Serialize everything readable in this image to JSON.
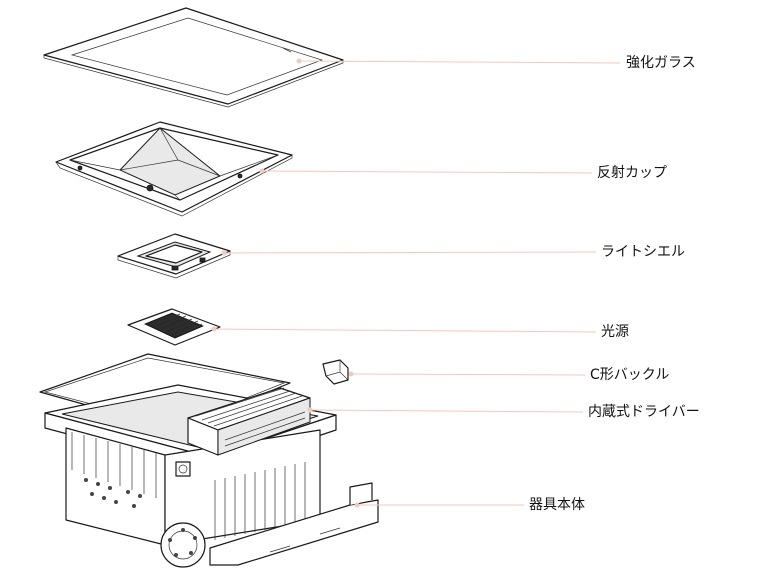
{
  "leader_color": "#f2c9bd",
  "parts": [
    {
      "id": "glass",
      "label": "強化ガラス"
    },
    {
      "id": "reflector",
      "label": "反射カップ"
    },
    {
      "id": "lens-shell",
      "label": "ライトシエル"
    },
    {
      "id": "light-source",
      "label": "光源"
    },
    {
      "id": "c-buckle",
      "label": "C形バックル"
    },
    {
      "id": "driver",
      "label": "内蔵式ドライバー"
    },
    {
      "id": "housing",
      "label": "器具本体"
    }
  ]
}
